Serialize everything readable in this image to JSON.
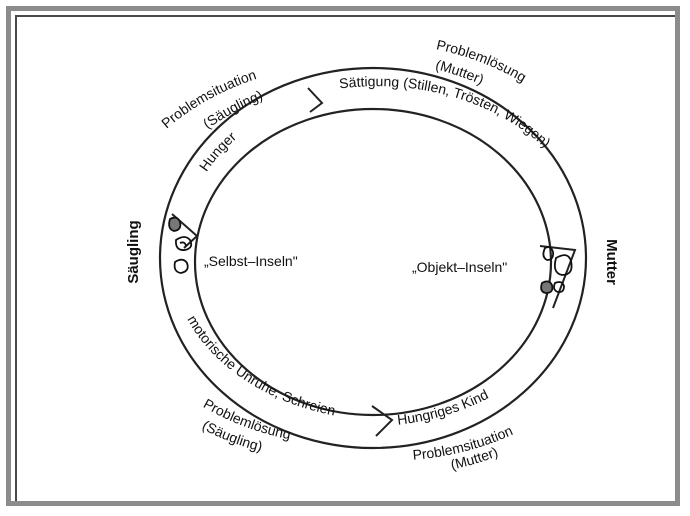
{
  "diagram": {
    "sides": {
      "left": "Säugling",
      "right": "Mutter"
    },
    "inner": {
      "left": "„Selbst–Inseln\"",
      "right": "„Objekt–Inseln\""
    },
    "ring_segments": {
      "top_left": "Hunger",
      "top_right": "Sättigung (Stillen, Trösten, Wiegen)",
      "bottom_right": "Hungriges Kind",
      "bottom_left": "motorische Unruhe, Schreien"
    },
    "outer_labels": {
      "top_left": {
        "line1": "Problemsituation",
        "line2": "(Säugling)"
      },
      "top_right": {
        "line1": "Problemlösung",
        "line2": "(Mutter)"
      },
      "bottom_left": {
        "line1": "Problemlösung",
        "line2": "(Säugling)"
      },
      "bottom_right": {
        "line1": "Problemsituation",
        "line2": "(Mutter)"
      }
    }
  }
}
